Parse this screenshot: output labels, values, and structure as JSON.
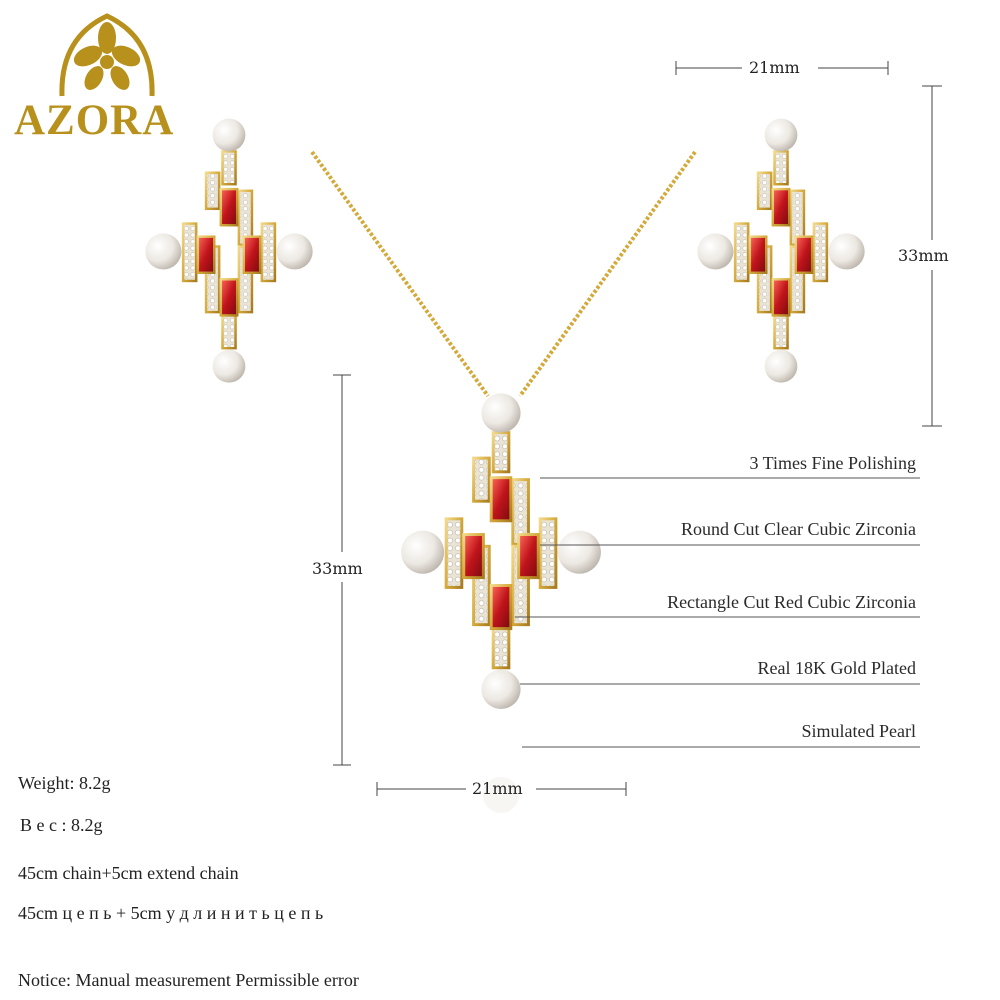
{
  "brand": {
    "name": "AZORA",
    "color": "#b8901c"
  },
  "dimensions": {
    "earring_width": "21mm",
    "earring_height": "33mm",
    "pendant_height": "33mm",
    "pendant_width": "21mm"
  },
  "features": [
    "3 Times Fine Polishing",
    "Round Cut Clear Cubic Zirconia",
    "Rectangle Cut Red Cubic Zirconia",
    "Real 18K Gold Plated",
    "Simulated Pearl"
  ],
  "specs": {
    "weight_en": "Weight: 8.2g",
    "weight_ru": "В е с : 8.2g",
    "chain_en": "45cm chain+5cm extend chain",
    "chain_ru": "45cm ц е п ь + 5cm у д л и н и т ь ц е п ь",
    "notice": "Notice: Manual measurement Permissible error"
  },
  "colors": {
    "gold": "#d4a93a",
    "red_stone": "#c0141b",
    "pearl": "#f4f1ec",
    "line": "#555555"
  }
}
